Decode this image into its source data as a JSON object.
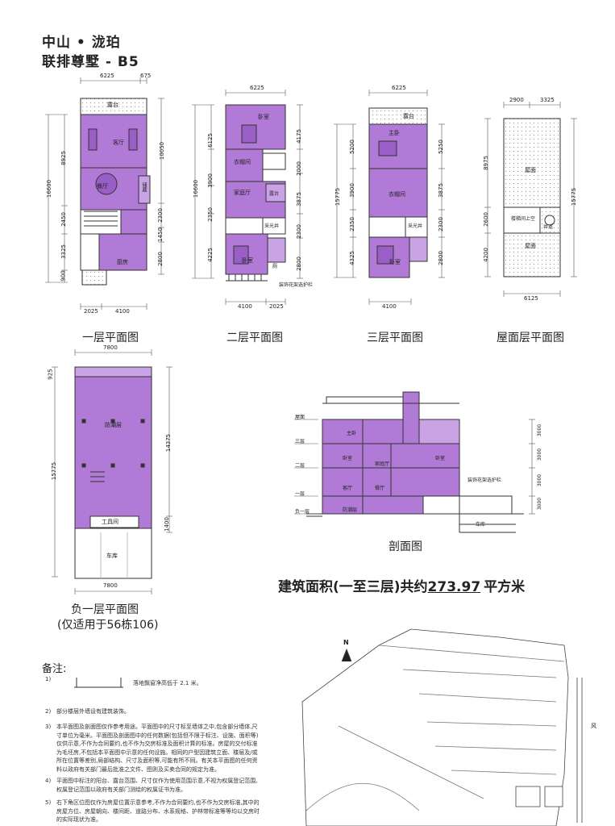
{
  "header": {
    "title_line1": "中山 • 泷珀",
    "title_line2": "联排尊墅 - B5"
  },
  "colors": {
    "room_fill": "#b07ad6",
    "room_fill_light": "#c9a3e6",
    "line": "#333333",
    "dim": "#555555"
  },
  "plans": {
    "floor1": {
      "caption": "一层平面图",
      "top_dims": [
        "6225",
        "675"
      ],
      "bottom_dims": [
        "2025",
        "4100"
      ],
      "left_dims": [
        "8925",
        "2450",
        "3325",
        "900"
      ],
      "left_total": "16600",
      "right_dims": [
        "10050",
        "2300",
        "1450",
        "2800"
      ],
      "rooms": {
        "terrace": "露台",
        "living": "客厅",
        "dining": "餐厅",
        "kitchen": "厨房",
        "storage": "储藏"
      }
    },
    "floor2": {
      "caption": "二层平面图",
      "top_dims": [
        "6225"
      ],
      "bottom_dims": [
        "4100",
        "2025"
      ],
      "left_dims": [
        "6125",
        "3900",
        "2350",
        "4225"
      ],
      "left_total": "16600",
      "right_dims": [
        "4175",
        "2000",
        "3875",
        "2300",
        "2800"
      ],
      "rooms": {
        "bedroom1": "卧室",
        "closet": "衣帽间",
        "family": "家庭厅",
        "terrace": "露台",
        "skylight": "采光井",
        "bedroom2": "卧室",
        "bath": "厕"
      },
      "note": "装饰花架选护栏"
    },
    "floor3": {
      "caption": "三层平面图",
      "top_dims": [
        "6225"
      ],
      "bottom_dims": [
        "4100"
      ],
      "left_dims": [
        "5200",
        "3900",
        "2350",
        "4325"
      ],
      "left_total": "15775",
      "right_dims": [
        "5250",
        "3875",
        "2300",
        "2800"
      ],
      "rooms": {
        "terrace": "露台",
        "master": "主卧",
        "closet": "衣帽间",
        "skylight": "采光井",
        "bedroom": "卧室"
      }
    },
    "roof": {
      "caption": "屋面层平面图",
      "top_dims": [
        "2900",
        "3325"
      ],
      "bottom_dims": [
        "6125"
      ],
      "left_dims": [
        "8975",
        "2600",
        "4200"
      ],
      "right_total": "15775",
      "rooms": {
        "roof_top": "屋面",
        "stair": "楼梯间上空",
        "shaft": "井道",
        "roof_bottom": "屋面"
      }
    },
    "basement": {
      "caption": "负一层平面图",
      "caption_sub": "(仅适用于56栋106)",
      "top_dims": [
        "7800"
      ],
      "bottom_dims": [
        "7800"
      ],
      "left_dims": [
        "925"
      ],
      "left_total": "15775",
      "right_dims": [
        "14375",
        "1400"
      ],
      "rooms": {
        "main": "防潮层",
        "utility": "工具间",
        "garage": "车库"
      }
    },
    "section": {
      "caption": "剖面图",
      "levels": [
        "屋面",
        "三层",
        "二层",
        "一层",
        "负一层"
      ],
      "right_dims": [
        "3000",
        "3000",
        "3000",
        "3000"
      ],
      "rooms": {
        "master": "主卧",
        "bed2": "卧室",
        "family": "家庭厅",
        "living": "客厅",
        "dining": "餐厅",
        "basement": "防潮层",
        "garage": "车库",
        "bed3": "卧室"
      },
      "note": "装饰花架选护栏"
    }
  },
  "area": {
    "prefix": "建筑面积(一至三层)共约",
    "value": "273.97",
    "suffix": "平方米"
  },
  "notes": {
    "heading": "备注:",
    "items": [
      {
        "index": "1)",
        "text": "落地飘窗净高低于 2.1 米。"
      },
      {
        "index": "2)",
        "text": "部分楼层外墙设有建筑装饰。"
      },
      {
        "index": "3)",
        "text": "本平面图及剖面图仅作参考用途。平面图中的尺寸标至墙体之中,包含部分墙体,尺寸单位为毫米。平面图及剖面图中的任何数据(包括但不限于标注、设施、面积等)仅供示意,不作为合同要约,也不作为交房标准及面积计算的标准。房屋的交付标准为毛坯房,不包括本平面图中示意的任何设施。相同的户型因建筑立面、楼层及/或所在位置等差别,局部结构、尺寸及面积等,可能有所不同。有关本平面图的任何资料以政府有关部门最后批准之文件、图则及买卖合同的规定为准。"
      },
      {
        "index": "4)",
        "text": "平面图中标注的阳台、露台范围、尺寸仅作为使用范围示意,不视为权属登记范围,权属登记范围以政府有关部门测绘的权属证书为准。"
      },
      {
        "index": "5)",
        "text": "右下角区位图仅作为房屋位置示意参考,不作为合同要约,也不作为交房标准,其中的房屋方位、房屋朝向、楼间距、道路分布、水系规格、护林带标准等等均以交房时的实际现状为准。"
      }
    ]
  },
  "site_map": {
    "north": "N",
    "label_right": "风"
  }
}
